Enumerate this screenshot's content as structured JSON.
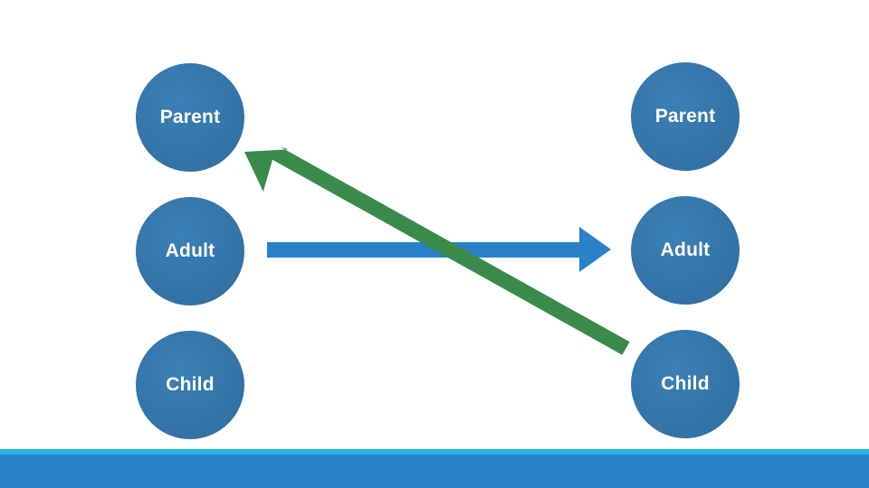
{
  "left_column": {
    "parent_label": "Parent",
    "adult_label": "Adult",
    "child_label": "Child"
  },
  "right_column": {
    "parent_label": "Parent",
    "adult_label": "Adult",
    "child_label": "Child"
  },
  "transactions": [
    {
      "from": "left Adult",
      "to": "right Adult",
      "color": "#2a81c9"
    },
    {
      "from": "right Child",
      "to": "left Parent",
      "color": "#3a8a4b"
    }
  ],
  "colors": {
    "node_fill": "#3474a8",
    "blue_arrow": "#2a81c9",
    "green_arrow": "#3a8a4b",
    "footer_light": "#27b4e6",
    "footer_dark": "#2a81c9"
  }
}
